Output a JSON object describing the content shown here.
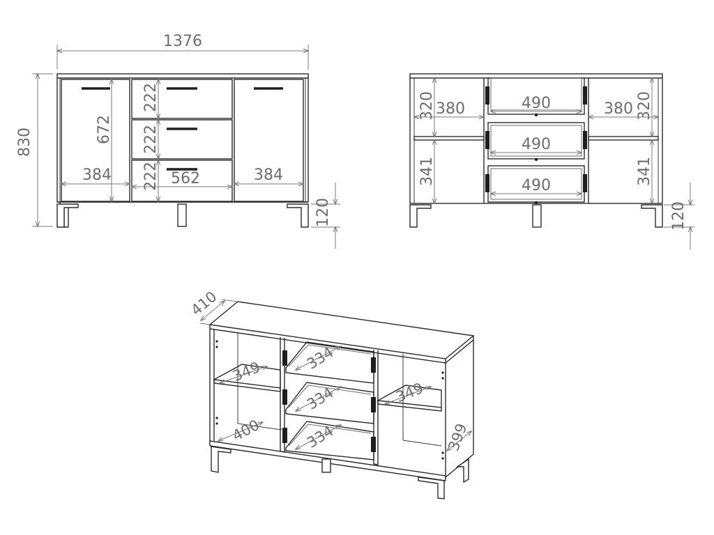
{
  "colors": {
    "line": "#2b2b2b",
    "dimension_text": "#6d6d6d",
    "background": "#ffffff"
  },
  "front_view": {
    "overall_width": "1376",
    "overall_height": "830",
    "door_height": "672",
    "left_door_width": "384",
    "right_door_width": "384",
    "drawer_1_height": "222",
    "drawer_2_height": "222",
    "drawer_3_height": "222",
    "drawer_width": "562",
    "leg_height": "120"
  },
  "interior_view": {
    "left_upper_height": "320",
    "left_upper_width": "380",
    "left_lower_height": "341",
    "right_upper_width": "380",
    "right_upper_height": "320",
    "right_lower_height": "341",
    "drawer_1_width": "490",
    "drawer_2_width": "490",
    "drawer_3_width": "490",
    "leg_height": "120"
  },
  "perspective_view": {
    "top_depth": "410",
    "left_shelf_depth": "349",
    "left_bottom_depth": "400",
    "drawer_1_depth": "334",
    "drawer_2_depth": "334",
    "drawer_3_depth": "334",
    "right_shelf_depth": "349",
    "side_depth": "399"
  }
}
